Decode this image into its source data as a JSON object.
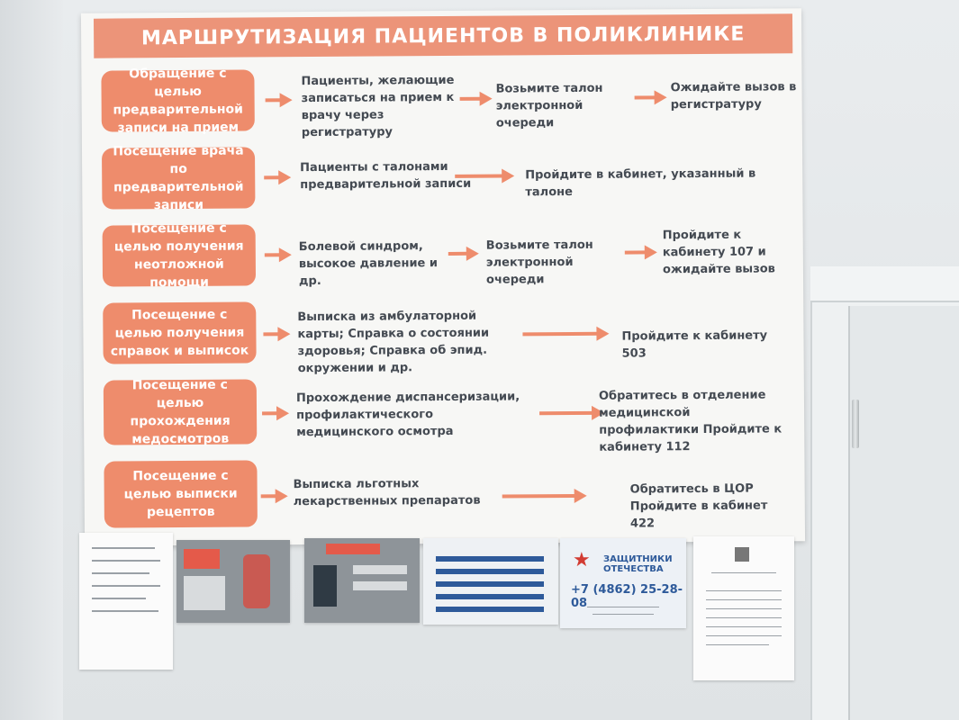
{
  "title": "МАРШРУТИЗАЦИЯ ПАЦИЕНТОВ В ПОЛИКЛИНИКЕ",
  "rows": [
    {
      "category": "Обращение с целью предварительной записи на прием",
      "step1": "Пациенты, желающие записаться на прием к врачу через регистратуру",
      "step2": "Возьмите талон электронной очереди",
      "step3": "Ожидайте вызов в регистратуру"
    },
    {
      "category": "Посещение врача по предварительной записи",
      "step1": "Пациенты с талонами предварительной записи",
      "step2": "",
      "step3": "Пройдите в кабинет, указанный в талоне"
    },
    {
      "category": "Посещение с целью получения неотложной помощи",
      "step1": "Болевой синдром, высокое давление и др.",
      "step2": "Возьмите талон электронной очереди",
      "step3": "Пройдите к кабинету 107 и ожидайте вызов"
    },
    {
      "category": "Посещение с целью получения справок и выписок",
      "step1": "Выписка из амбулаторной карты; Справка о состоянии здоровья; Справка об эпид. окружении и др.",
      "step2": "",
      "step3": "Пройдите к кабинету 503"
    },
    {
      "category": "Посещение с целью прохождения медосмотров",
      "step1": "Прохождение диспансеризации, профилактического медицинского осмотра",
      "step2": "",
      "step3": "Обратитесь в отделение медицинской профилактики Пройдите к кабинету 112"
    },
    {
      "category": "Посещение с целью выписки рецептов",
      "step1": "Выписка льготных лекарственных препаратов",
      "step2": "",
      "step3": "Обратитесь в ЦОР Пройдите в кабинет 422"
    }
  ],
  "posters": {
    "defenders_title": "ЗАЩИТНИКИ ОТЕЧЕСТВА",
    "defenders_phone": "+7 (4862) 25-28-08"
  },
  "colors": {
    "accent": "#ee8c6c",
    "title_bar": "#ec9479",
    "text": "#444a52"
  }
}
